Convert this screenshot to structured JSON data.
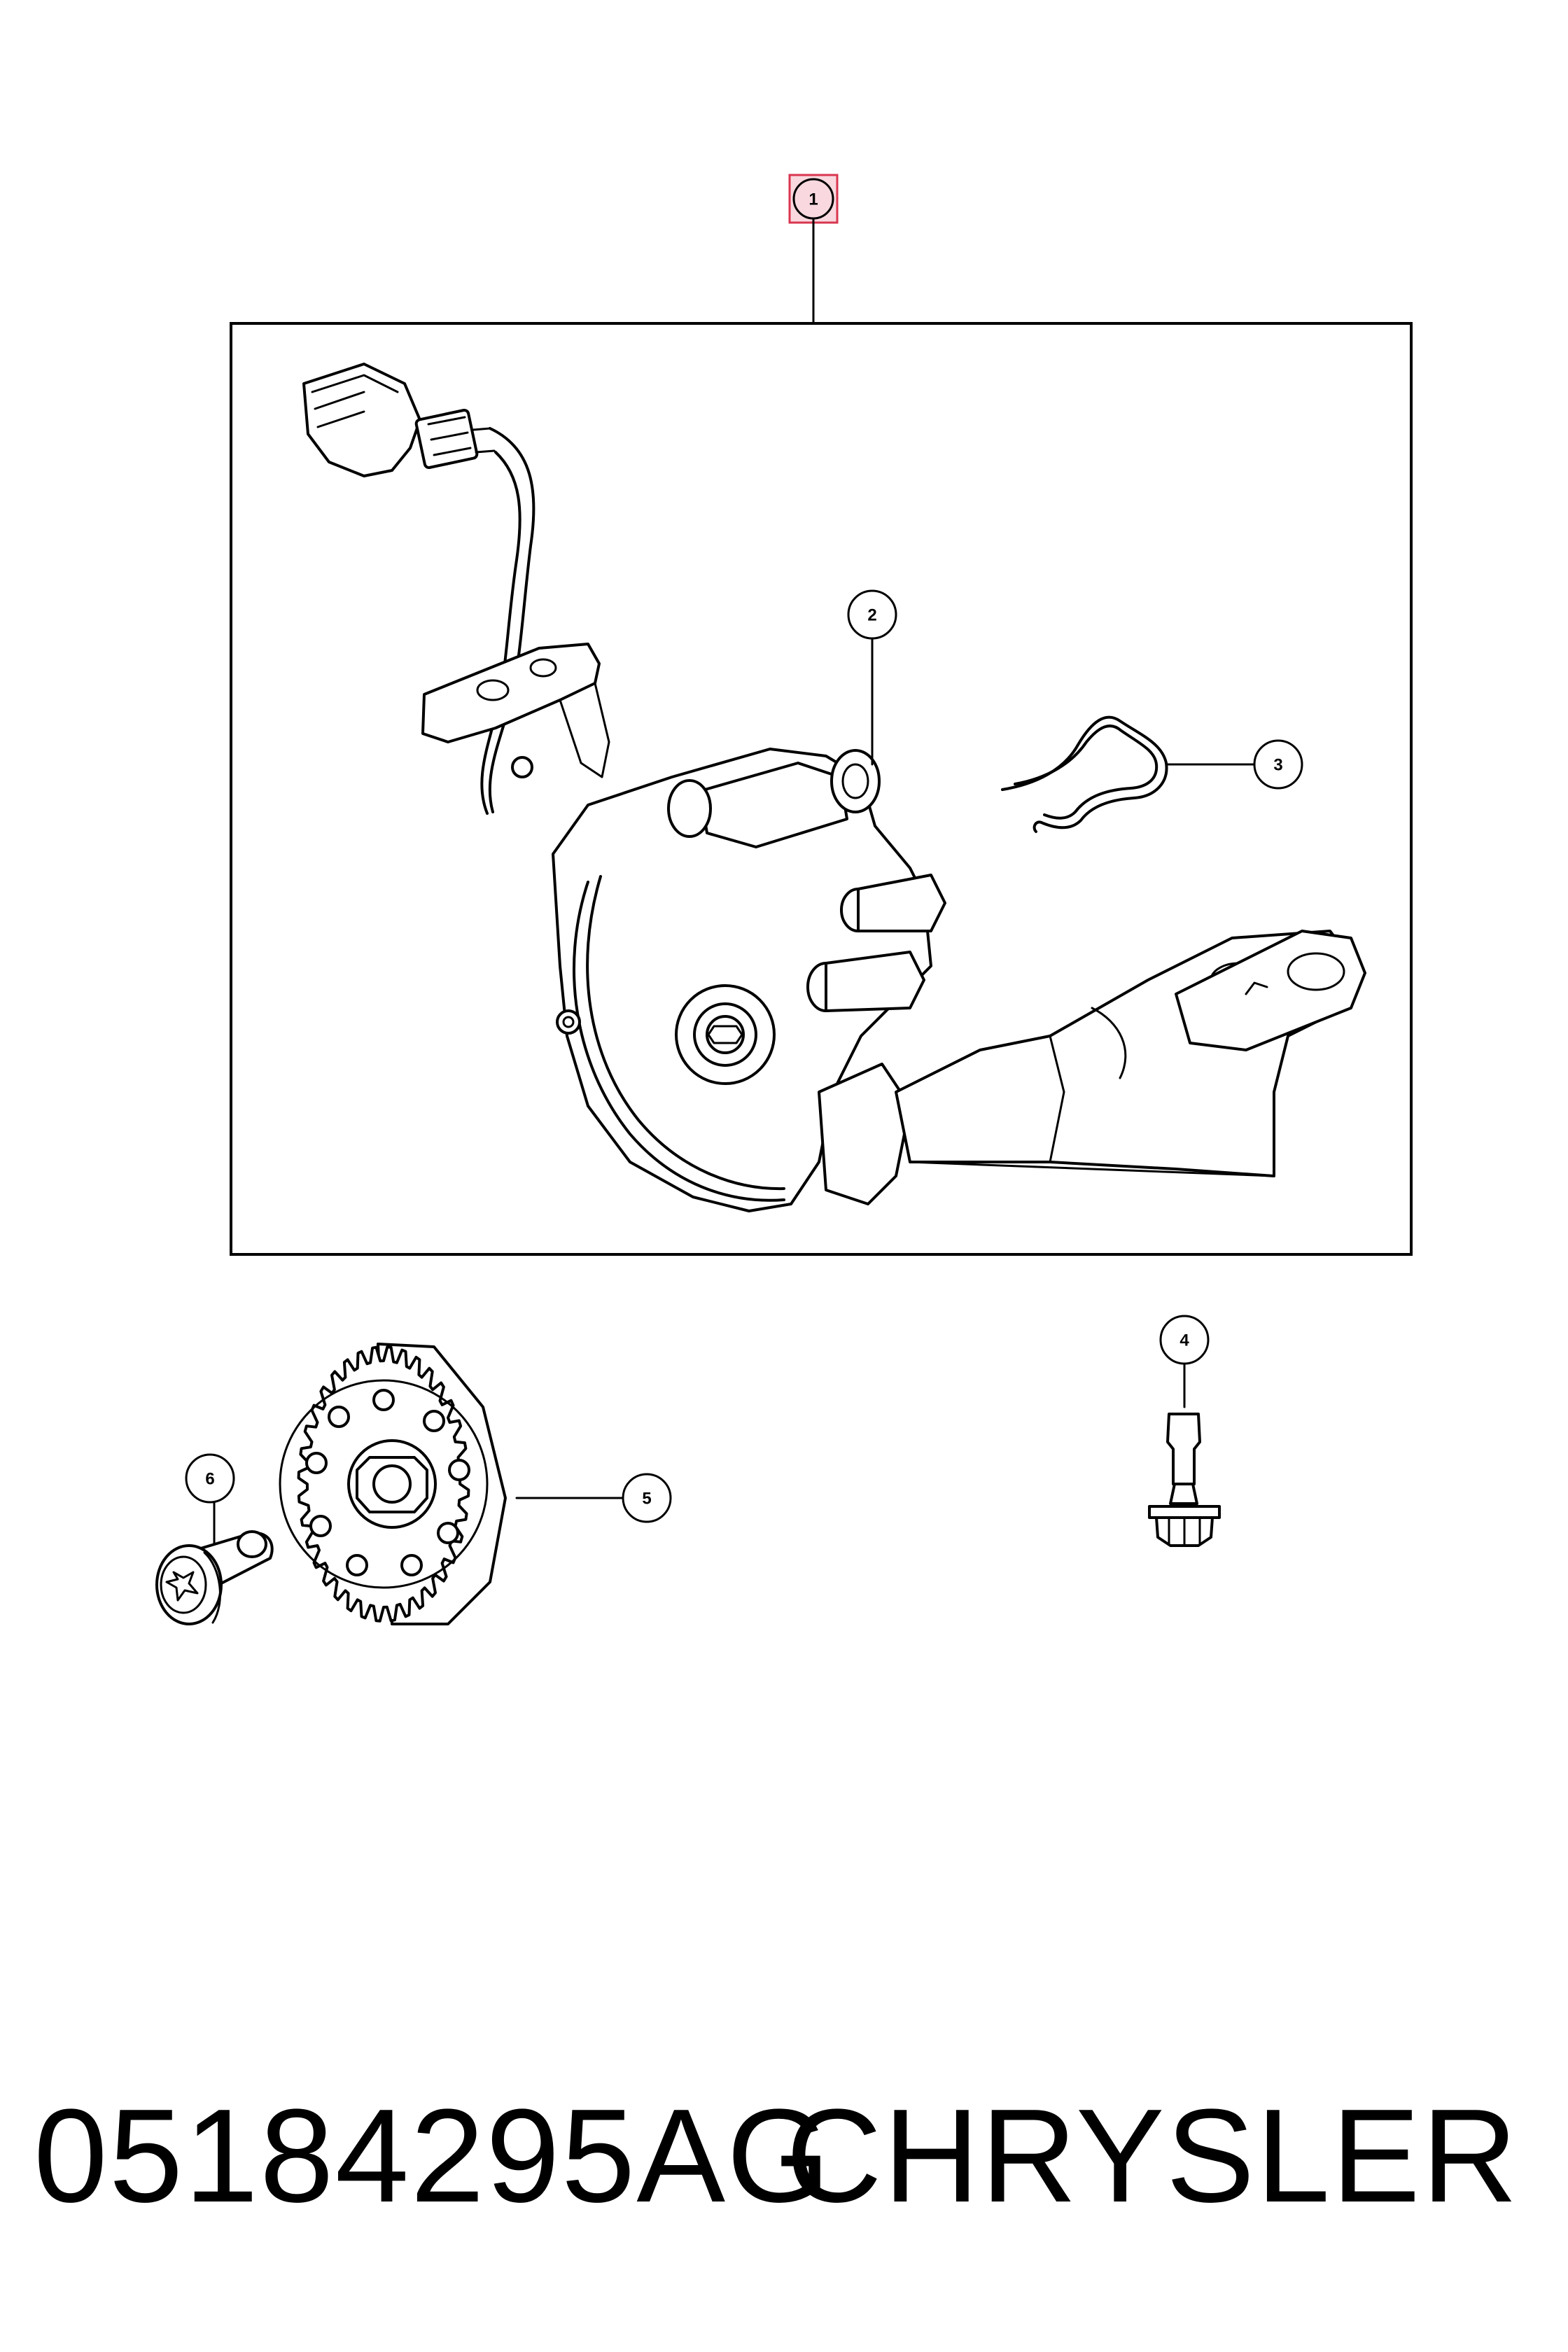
{
  "callouts": {
    "c1": "1",
    "c2": "2",
    "c3": "3",
    "c4": "4",
    "c5": "5",
    "c6": "6"
  },
  "footer": {
    "part_number": "05184295AG",
    "brand": "CHRYSLER"
  },
  "colors": {
    "line": "#000000",
    "highlight_fill": "#f9d9df",
    "highlight_stroke": "#d9364f"
  }
}
